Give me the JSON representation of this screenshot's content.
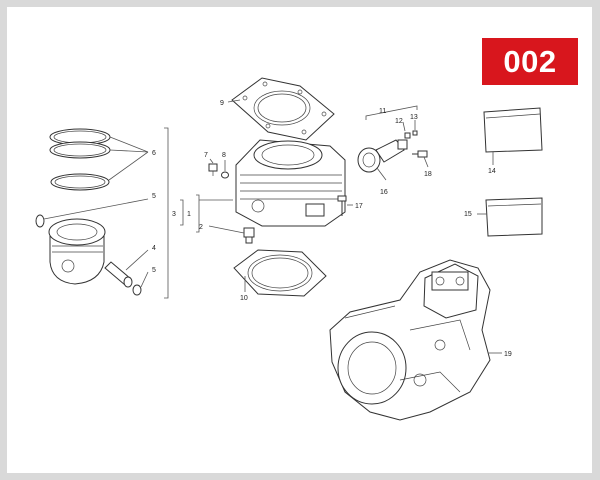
{
  "diagram": {
    "page_code": "002",
    "badge_color": "#d8161d",
    "callouts": {
      "c1": "1",
      "c2": "2",
      "c3": "3",
      "c4": "4",
      "c5a": "5",
      "c5b": "5",
      "c6": "6",
      "c7": "7",
      "c8": "8",
      "c9": "9",
      "c10": "10",
      "c11": "11",
      "c12": "12",
      "c13": "13",
      "c14": "14",
      "c15": "15",
      "c16": "16",
      "c17": "17",
      "c18": "18",
      "c19": "19"
    }
  }
}
